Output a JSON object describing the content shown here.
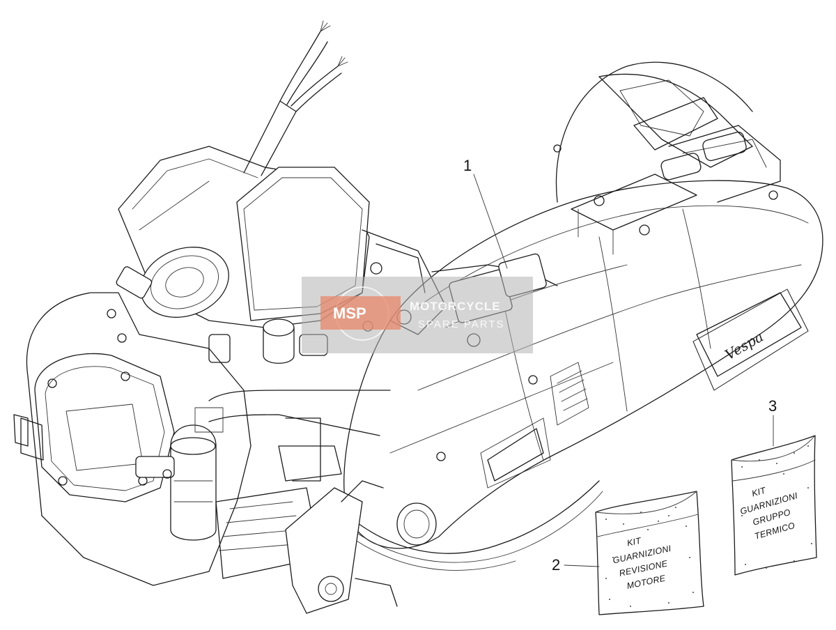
{
  "callouts": [
    {
      "number": "1"
    },
    {
      "number": "2"
    },
    {
      "number": "3"
    }
  ],
  "kit_engine_overhaul": {
    "lines": [
      "KIT",
      "GUARNIZIONI",
      "REVISIONE",
      "MOTORE"
    ]
  },
  "kit_cylinder_group": {
    "lines": [
      "KIT",
      "GUARNIZIONI",
      "GRUPPO",
      "TERMICO"
    ]
  },
  "watermark": {
    "logo": "MSP",
    "line1": "MOTORCYCLE",
    "line2": "SPARE PARTS",
    "color": "#b3b3b3",
    "accent": "#e8876a"
  },
  "engine_cover_brand": "Vespa"
}
